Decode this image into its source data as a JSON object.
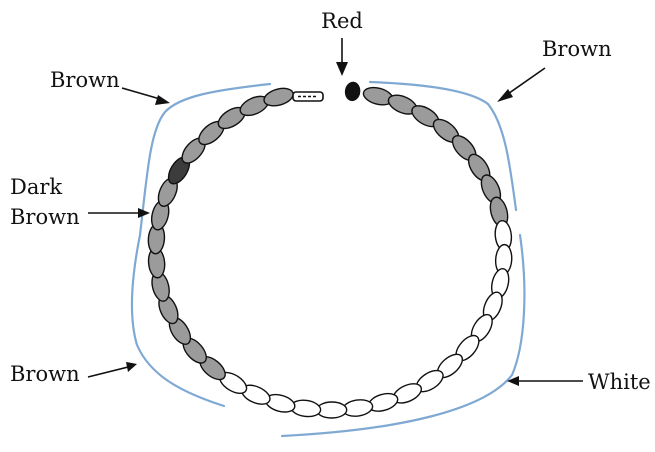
{
  "labels": {
    "red": "Red",
    "brown_top_right": "Brown",
    "brown_top_left": "Brown",
    "dark_brown_line1": "Dark",
    "dark_brown_line2": "Brown",
    "brown_bottom_left": "Brown",
    "white": "White"
  },
  "colors": {
    "brown_bead": "#9b9b9b",
    "dark_brown_bead": "#3c3c3c",
    "white_bead": "#ffffff",
    "red_bead": "#111111",
    "bracket": "#7fa9d3"
  },
  "necklace": {
    "bead_sequence": [
      "red",
      "brown",
      "brown",
      "brown",
      "brown",
      "brown",
      "brown",
      "brown",
      "brown",
      "white",
      "white",
      "white",
      "white",
      "white",
      "white",
      "white",
      "white",
      "white",
      "white",
      "white",
      "white",
      "white",
      "white",
      "white",
      "white",
      "brown",
      "brown",
      "brown",
      "brown",
      "brown",
      "brown",
      "brown",
      "brown",
      "brown",
      "dark-brown",
      "brown",
      "brown",
      "brown",
      "brown",
      "brown"
    ]
  }
}
